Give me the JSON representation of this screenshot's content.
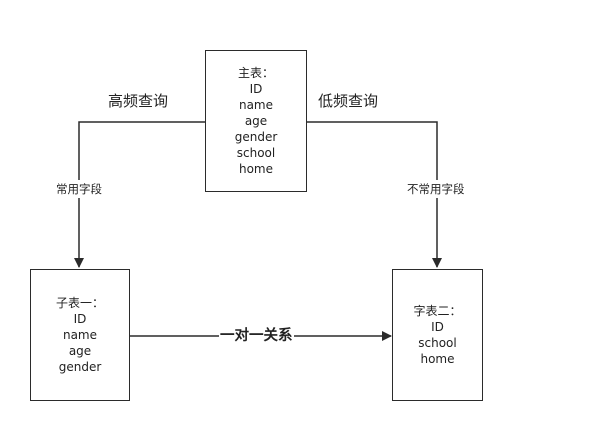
{
  "main_table": {
    "title": "主表：",
    "fields": [
      "ID",
      "name",
      "age",
      "gender",
      "school",
      "home"
    ]
  },
  "sub_table_1": {
    "title": "子表一：",
    "fields": [
      "ID",
      "name",
      "age",
      "gender"
    ]
  },
  "sub_table_2": {
    "title": "字表二：",
    "fields": [
      "ID",
      "school",
      "home"
    ]
  },
  "labels": {
    "high_freq": "高频查询",
    "low_freq": "低频查询",
    "common_fields": "常用字段",
    "uncommon_fields": "不常用字段",
    "relation": "一对一关系"
  },
  "colors": {
    "line": "#2b2b2b",
    "text": "#222222",
    "background": "#ffffff"
  }
}
